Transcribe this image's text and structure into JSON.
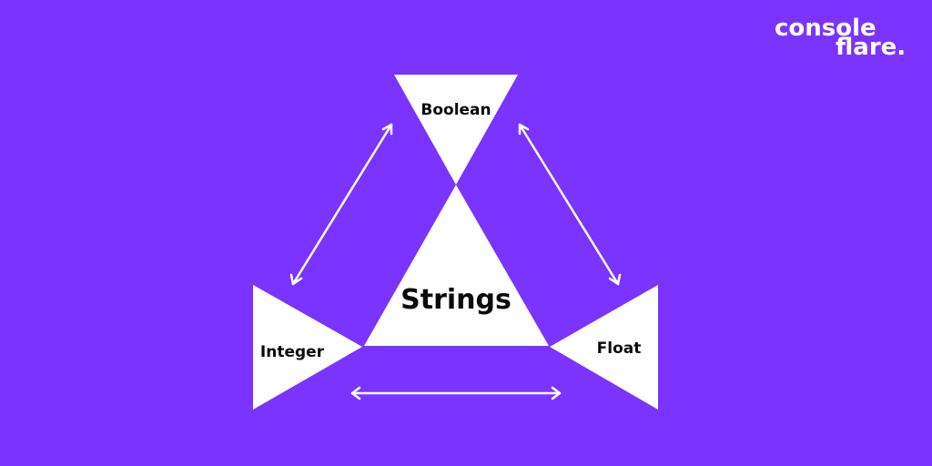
{
  "background_color": "#7b33ff",
  "foreground_color": "#ffffff",
  "text_color": "#0b0b0b",
  "brand": {
    "line1": "console",
    "line2": "flare."
  },
  "diagram": {
    "center": "Strings",
    "top": "Boolean",
    "left": "Integer",
    "right": "Float"
  },
  "icons": {
    "arrows": "double-headed-arrow"
  }
}
